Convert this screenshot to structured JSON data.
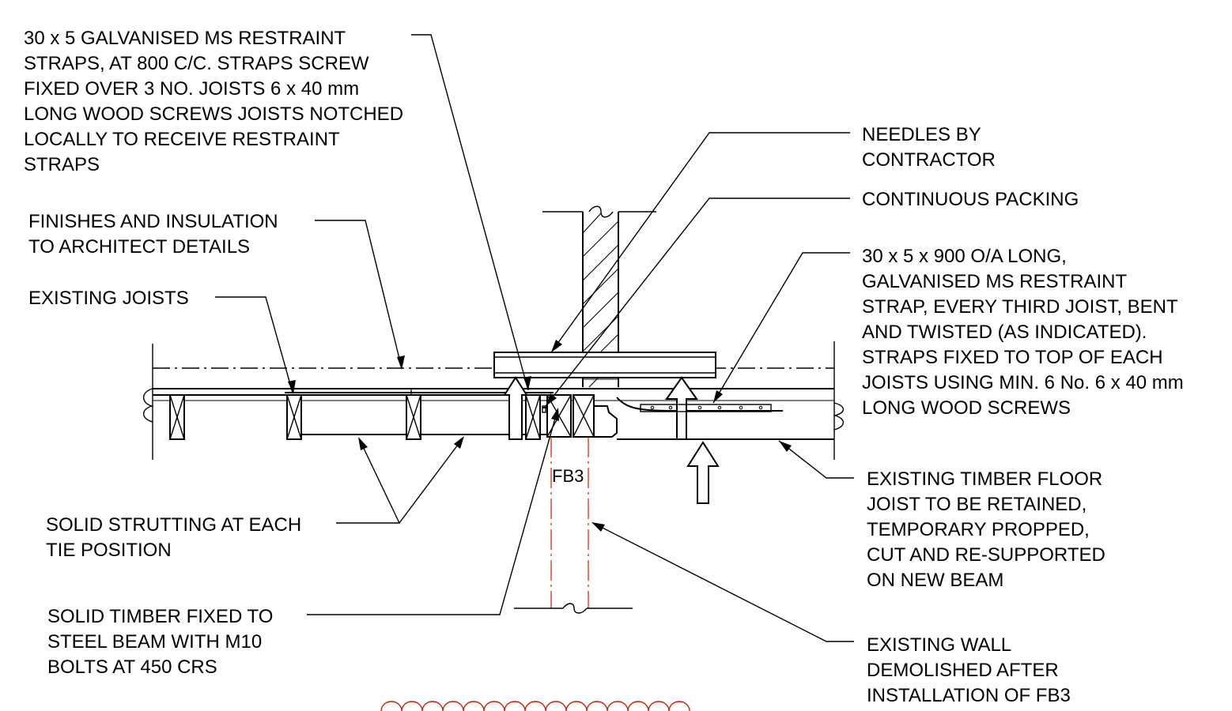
{
  "labels": {
    "restraint_straps": [
      "30 x 5 GALVANISED MS RESTRAINT",
      "STRAPS, AT 800 C/C. STRAPS SCREW",
      "FIXED OVER 3 NO. JOISTS 6 x 40 mm",
      "LONG WOOD SCREWS JOISTS NOTCHED",
      "LOCALLY TO RECEIVE RESTRAINT",
      "STRAPS"
    ],
    "finishes": [
      "FINISHES AND INSULATION",
      "TO ARCHITECT DETAILS"
    ],
    "existing_joists": [
      "EXISTING JOISTS"
    ],
    "needles": [
      "NEEDLES BY",
      "CONTRACTOR"
    ],
    "packing": [
      "CONTINUOUS PACKING"
    ],
    "strap_long": [
      "30 x 5 x 900 O/A LONG,",
      "GALVANISED MS RESTRAINT",
      "STRAP, EVERY THIRD JOIST, BENT",
      "AND TWISTED (AS INDICATED).",
      "STRAPS FIXED TO TOP OF EACH",
      "JOISTS USING MIN. 6 No. 6 x 40 mm",
      "LONG WOOD SCREWS"
    ],
    "timber_floor": [
      "EXISTING TIMBER FLOOR",
      "JOIST TO BE RETAINED,",
      "TEMPORARY PROPPED,",
      "CUT AND RE-SUPPORTED",
      "ON NEW BEAM"
    ],
    "strutting": [
      "SOLID STRUTTING AT EACH",
      "TIE POSITION"
    ],
    "solid_timber": [
      "SOLID TIMBER FIXED TO",
      "STEEL BEAM WITH M10",
      "BOLTS AT 450 CRS"
    ],
    "wall_demolished": [
      "EXISTING WALL",
      "DEMOLISHED AFTER",
      "INSTALLATION OF FB3"
    ],
    "beam_ref": "FB3"
  },
  "colors": {
    "line": "#000000",
    "revision_cloud": "#cc2200",
    "background": "#ffffff"
  }
}
